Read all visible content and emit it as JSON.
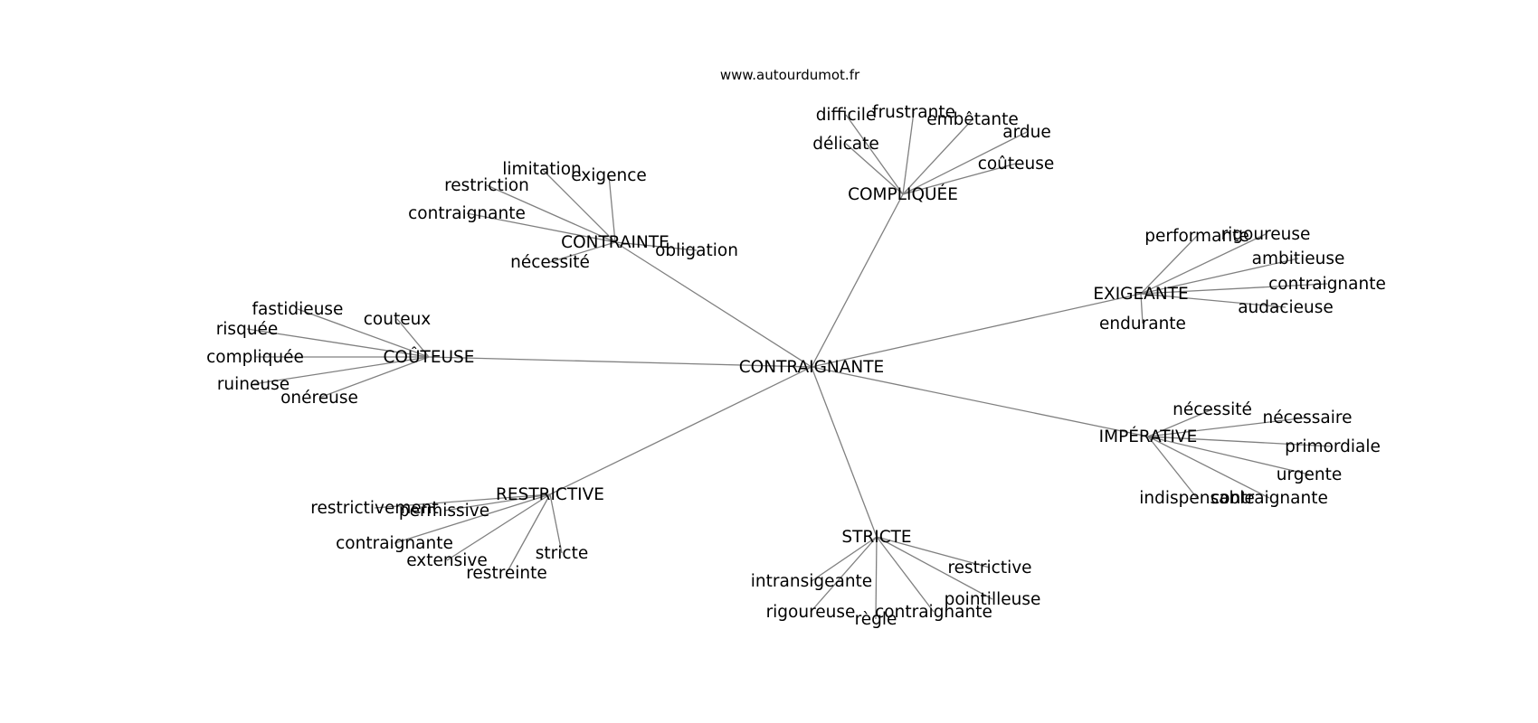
{
  "source": "www.autourdumot.fr",
  "root": "CONTRAIGNANTE",
  "clusters": [
    {
      "id": "compliquee",
      "label": "COMPLIQUÉE",
      "words": [
        "difficile",
        "frustrante",
        "embêtante",
        "ardue",
        "délicate",
        "coûteuse"
      ]
    },
    {
      "id": "contrainte",
      "label": "CONTRAINTE",
      "words": [
        "limitation",
        "exigence",
        "restriction",
        "contraignante",
        "nécessité",
        "obligation"
      ]
    },
    {
      "id": "couteuse",
      "label": "COÛTEUSE",
      "words": [
        "fastidieuse",
        "couteux",
        "risquée",
        "compliquée",
        "ruineuse",
        "onéreuse"
      ]
    },
    {
      "id": "exigeante",
      "label": "EXIGEANTE",
      "words": [
        "performante",
        "rigoureuse",
        "ambitieuse",
        "contraignante",
        "audacieuse",
        "endurante"
      ]
    },
    {
      "id": "imperative",
      "label": "IMPÉRATIVE",
      "words": [
        "nécessité",
        "nécessaire",
        "primordiale",
        "urgente",
        "indispensable",
        "contraignante"
      ]
    },
    {
      "id": "restrictive",
      "label": "RESTRICTIVE",
      "words": [
        "restrictivement",
        "permissive",
        "contraignante",
        "extensive",
        "restreinte",
        "stricte"
      ]
    },
    {
      "id": "stricte",
      "label": "STRICTE",
      "words": [
        "intransigeante",
        "rigoureuse",
        "règle",
        "contraignante",
        "restrictive",
        "pointilleuse"
      ]
    }
  ]
}
